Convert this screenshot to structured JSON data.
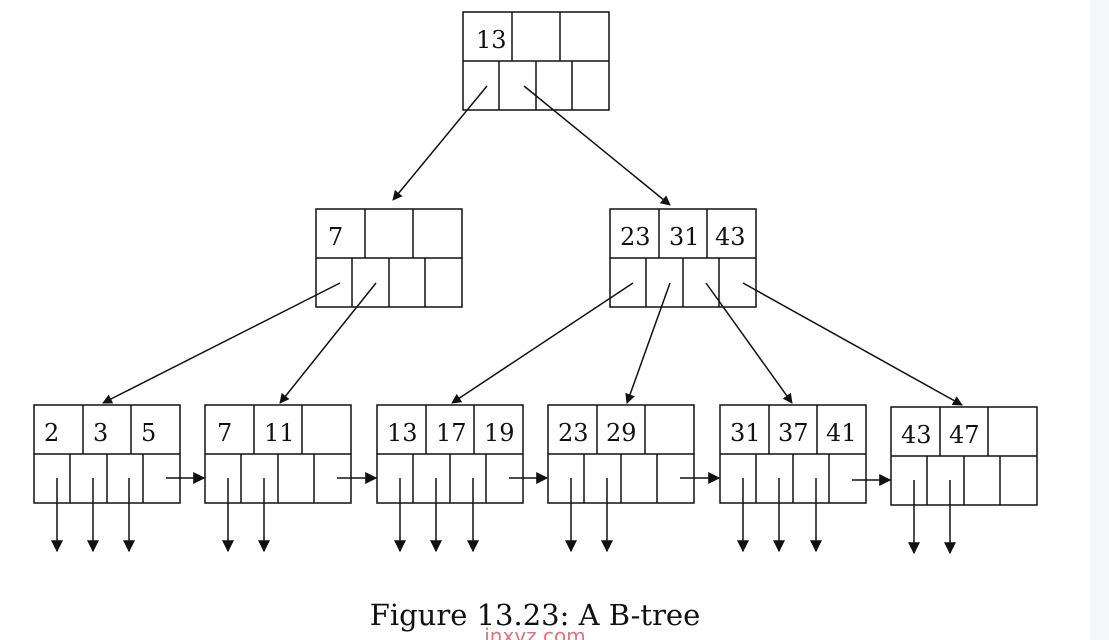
{
  "diagram": {
    "caption": "Figure 13.23: A B-tree",
    "watermark": "inxyz.com",
    "colors": {
      "line": "#111111",
      "background": "#ffffff",
      "watermark": "#e0646b"
    },
    "root": {
      "keys": [
        "13",
        "",
        ""
      ]
    },
    "internal": [
      {
        "keys": [
          "7",
          "",
          ""
        ]
      },
      {
        "keys": [
          "23",
          "31",
          "43"
        ]
      }
    ],
    "leaves": [
      {
        "keys": [
          "2",
          "3",
          "5"
        ]
      },
      {
        "keys": [
          "7",
          "11",
          ""
        ]
      },
      {
        "keys": [
          "13",
          "17",
          "19"
        ]
      },
      {
        "keys": [
          "23",
          "29",
          ""
        ]
      },
      {
        "keys": [
          "31",
          "37",
          "41"
        ]
      },
      {
        "keys": [
          "43",
          "47",
          ""
        ]
      }
    ]
  }
}
